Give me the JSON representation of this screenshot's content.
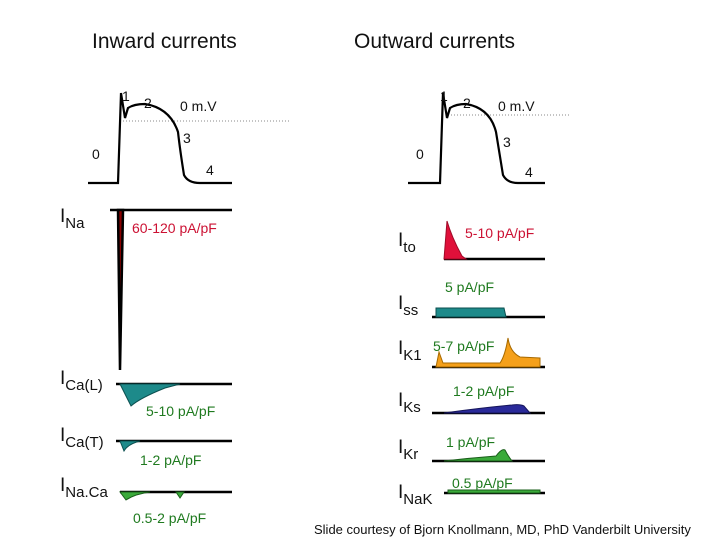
{
  "left_column": {
    "title": "Inward currents",
    "ap": {
      "n1": "1",
      "n2": "2",
      "n3": "3",
      "n4": "4",
      "n0": "0",
      "v_label": "0 m.V"
    },
    "currents": [
      {
        "id": "ina",
        "main": "I",
        "sub": "Na",
        "amplitude": "60-120 pA/pF",
        "color": "#8b0000"
      },
      {
        "id": "ical",
        "main": "I",
        "sub": "Ca(L)",
        "amplitude": "5-10 pA/pF",
        "color": "#1d8a8a"
      },
      {
        "id": "icat",
        "main": "I",
        "sub": "Ca(T)",
        "amplitude": "1-2 pA/pF",
        "color": "#1d8a8a"
      },
      {
        "id": "inaca",
        "main": "I",
        "sub": "Na.Ca",
        "amplitude": "0.5-2 pA/pF",
        "color": "#3aaa3a"
      }
    ]
  },
  "right_column": {
    "title": "Outward currents",
    "ap": {
      "n1": "1",
      "n2": "2",
      "n3": "3",
      "n4": "4",
      "n0": "0",
      "v_label": "0 m.V"
    },
    "currents": [
      {
        "id": "ito",
        "main": "I",
        "sub": "to",
        "amplitude": "5-10 pA/pF",
        "color": "#e0103a"
      },
      {
        "id": "iss",
        "main": "I",
        "sub": "ss",
        "amplitude": "5 pA/pF",
        "color": "#1d8a8a"
      },
      {
        "id": "ik1",
        "main": "I",
        "sub": "K1",
        "amplitude": "5-7 pA/pF",
        "color": "#f5a01a"
      },
      {
        "id": "iks",
        "main": "I",
        "sub": "Ks",
        "amplitude": "1-2 pA/pF",
        "color": "#2a2a9a"
      },
      {
        "id": "ikr",
        "main": "I",
        "sub": "Kr",
        "amplitude": "1 pA/pF",
        "color": "#3aaa3a"
      },
      {
        "id": "inak",
        "main": "I",
        "sub": "NaK",
        "amplitude": "0.5 pA/pF",
        "color": "#3aaa3a"
      }
    ]
  },
  "credit": "Slide courtesy of Bjorn Knollmann, MD, PhD Vanderbilt University",
  "colors": {
    "trace": "#000000",
    "zero_line": "#888888",
    "amp_red": "#cc1133",
    "amp_green": "#1f7a1f"
  }
}
